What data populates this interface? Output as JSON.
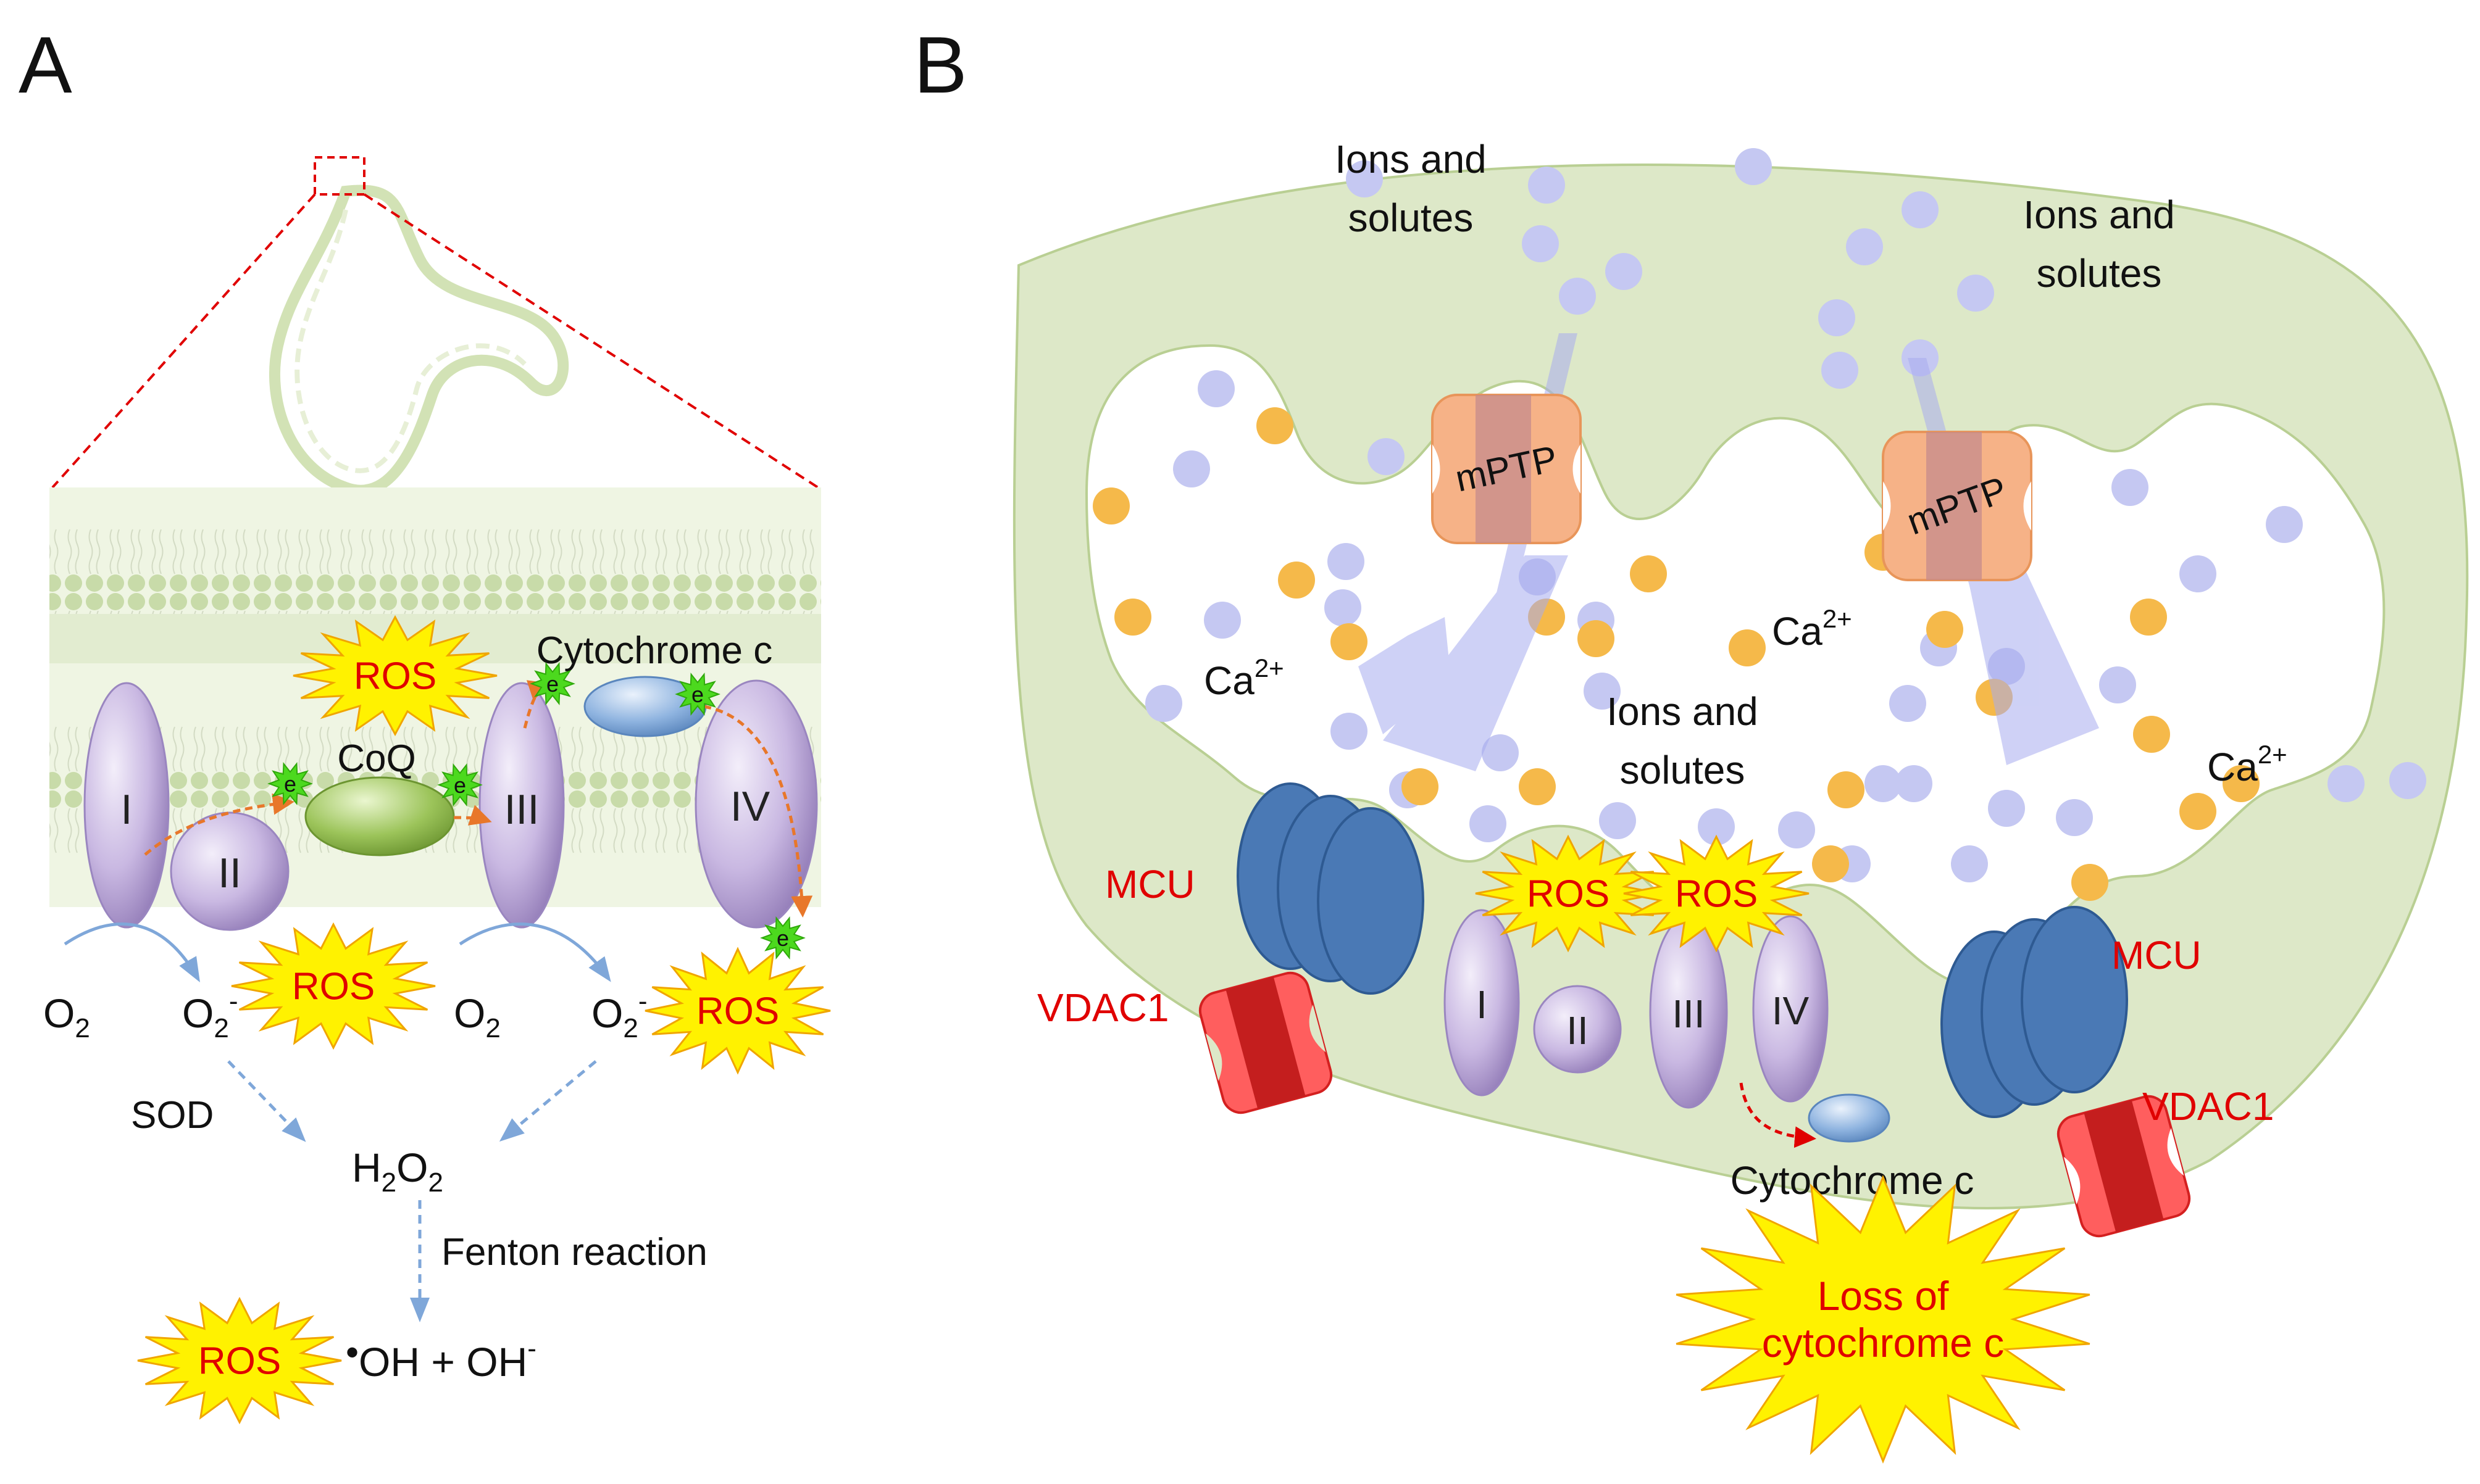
{
  "panels": {
    "a": "A",
    "b": "B"
  },
  "panel_a": {
    "complexes": {
      "c1": "I",
      "c2": "II",
      "c3": "III",
      "c4": "IV"
    },
    "coq": "CoQ",
    "cytochrome_c": "Cytochrome c",
    "electron": "e",
    "ros": "ROS",
    "o2": {
      "base": "O",
      "sub": "2"
    },
    "superoxide": {
      "base": "O",
      "sub": "2",
      "sup": "-"
    },
    "sod": "SOD",
    "h2o2": {
      "h": "H",
      "sub1": "2",
      "o": "O",
      "sub2": "2"
    },
    "fenton": "Fenton reaction",
    "hydroxyl": {
      "dot": "•",
      "oh": "OH + OH",
      "sup": "-"
    }
  },
  "panel_b": {
    "ions_line1": "Ions and",
    "ions_line2": "solutes",
    "mptp": "mPTP",
    "ca": {
      "base": "Ca",
      "sup": "2+"
    },
    "mcu": "MCU",
    "vdac1": "VDAC1",
    "ros": "ROS",
    "complexes": {
      "c1": "I",
      "c2": "II",
      "c3": "III",
      "c4": "IV"
    },
    "cytochrome_c": "Cytochrome c",
    "loss_line1": "Loss of",
    "loss_line2": "cytochrome c"
  },
  "colors": {
    "membrane": "#dde8c8",
    "membrane_edge": "#b9cf93",
    "complex_fill": "#c9b8e2",
    "coq_fill": "#9cc45a",
    "cytc_fill": "#8fb4e0",
    "ros_fill": "#fff200",
    "ros_text": "#e00000",
    "electron_fill": "#4cd91e",
    "ion_dot": "#c5c8f2",
    "ca_dot": "#f5b94a",
    "mptp_fill": "#f6b287",
    "mcu_fill": "#4a79b5",
    "vdac_fill": "#e52b2b",
    "arrow_blue": "#7fa7d9",
    "orange_arrow": "#e8772a",
    "label_red": "#e00000"
  }
}
